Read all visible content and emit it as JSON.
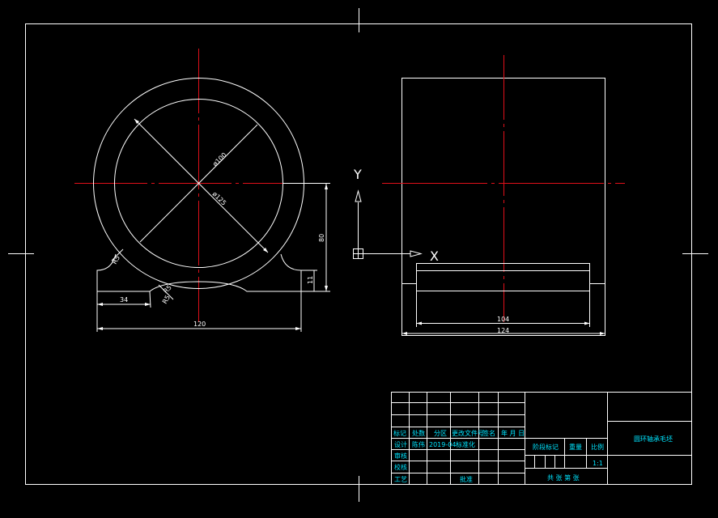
{
  "colors": {
    "background": "#000000",
    "lines": "#ffffff",
    "centerlines": "#e0101a",
    "titleblock_text": "#00e5ff"
  },
  "ucs": {
    "y_label": "Y",
    "x_label": "X",
    "icon": "ucs-axis-icon"
  },
  "front_view": {
    "dim_dia_outer": "ø100",
    "dim_dia_inner": "ø125",
    "dim_height": "80",
    "dim_base_thickness": "11",
    "dim_left_offset": "34",
    "dim_width": "120",
    "dim_fillet_r15": "R5",
    "dim_fillet_r5a": "R5",
    "dim_fillet_r5b": "R5"
  },
  "side_view": {
    "dim_inner_width": "104",
    "dim_outer_width": "124"
  },
  "title_block": {
    "header_row": [
      "标记",
      "处数",
      "分区",
      "更改文件号",
      "签名",
      "年 月 日"
    ],
    "design_label": "设计",
    "design_name": "陈伟",
    "design_date": "2019-04",
    "standard_label": "标准化",
    "review_label": "审核",
    "process_label": "工艺",
    "approve_label": "批准",
    "check_label": "校核",
    "stage_label": "阶段标记",
    "weight_label": "重量",
    "scale_label": "比例",
    "scale_value": "1:1",
    "sheets_label": "共  张  第  张",
    "drawing_name": "圆环轴承毛坯"
  }
}
